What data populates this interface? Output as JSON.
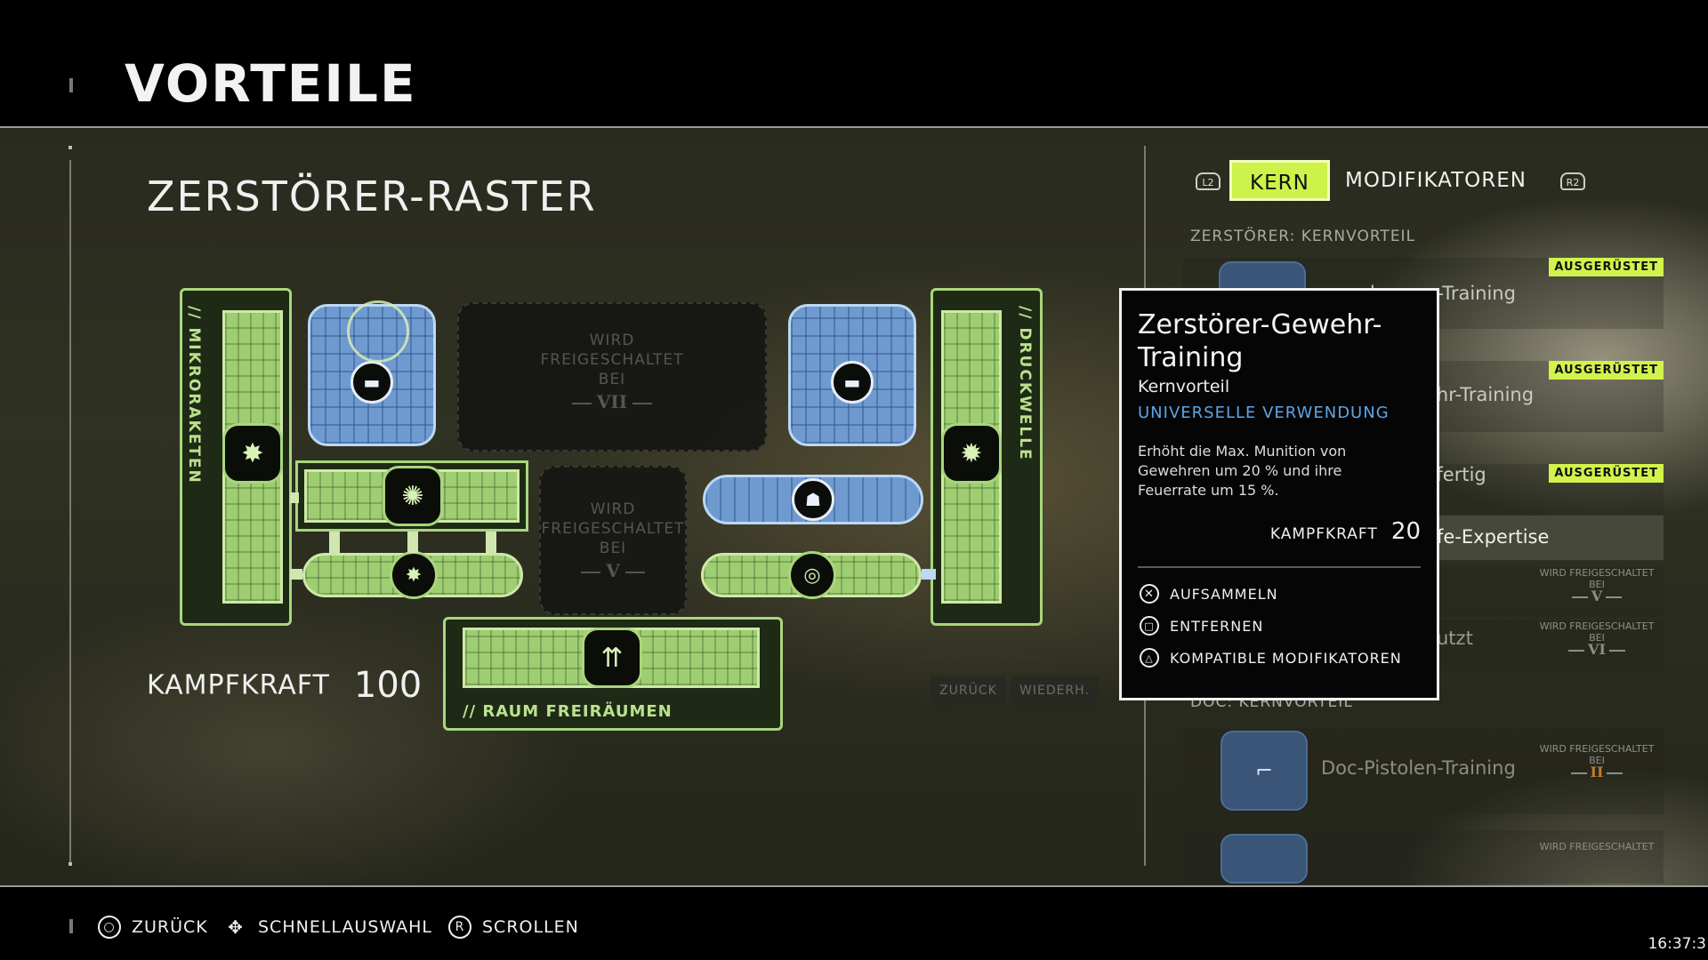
{
  "header": {
    "title": "VORTEILE"
  },
  "grid": {
    "title": "ZERSTÖRER-RASTER",
    "left_column_label": "// MIKRORAKETEN",
    "right_column_label": "// DRUCKWELLE",
    "bottom_label": "// RAUM FREIRÄUMEN",
    "locked_top": {
      "text_lines": [
        "WIRD",
        "FREIGESCHALTET",
        "BEI"
      ],
      "rank": "VII"
    },
    "locked_mid": {
      "text_lines": [
        "WIRD",
        "FREIGESCHALTET",
        "BEI"
      ],
      "rank": "V"
    },
    "power_label": "KAMPFKRAFT",
    "power_value": "100",
    "back_small": "ZURÜCK",
    "redo_small": "WIEDERH."
  },
  "tabs": {
    "left_bumper": "L2",
    "right_bumper": "R2",
    "active": "KERN",
    "other": "MODIFIKATOREN"
  },
  "perk_list": {
    "category_1": "ZERSTÖRER: KERNVORTEIL",
    "category_2": "DOC: KERNVORTEIL",
    "rows": [
      {
        "text": "hweres-Training",
        "badge": "AUSGERÜSTET"
      },
      {
        "text": "r-Gewehr-Training",
        "badge": "AUSGERÜSTET"
      },
      {
        "text": "Raster fertig",
        "badge": "AUSGERÜSTET"
      },
      {
        "text": "fe-Expertise"
      },
      {
        "text": "",
        "unlock": "WIRD FREIGESCHALTET",
        "unlock_bei": "BEI",
        "rank": "V"
      },
      {
        "text": "utzt",
        "unlock": "WIRD FREIGESCHALTET",
        "unlock_bei": "BEI",
        "rank": "VI"
      },
      {
        "text": "Doc-Pistolen-Training",
        "unlock": "WIRD FREIGESCHALTET",
        "unlock_bei": "BEI",
        "rank": "II"
      },
      {
        "text": "",
        "unlock": "WIRD FREIGESCHALTET"
      }
    ]
  },
  "tooltip": {
    "title": "Zerstörer-Gewehr-Training",
    "subtitle": "Kernvorteil",
    "tag": "UNIVERSELLE VERWENDUNG",
    "description": "Erhöht die Max. Munition von Gewehren um 20 % und ihre Feuerrate um 15 %.",
    "power_label": "KAMPFKRAFT",
    "power_value": "20",
    "actions": [
      {
        "icon": "cross-button-icon",
        "label": "AUFSAMMELN"
      },
      {
        "icon": "square-button-icon",
        "label": "ENTFERNEN"
      },
      {
        "icon": "triangle-button-icon",
        "label": "KOMPATIBLE MODIFIKATOREN"
      }
    ]
  },
  "footer": {
    "hints": [
      {
        "icon": "circle-button-icon",
        "label": "ZURÜCK"
      },
      {
        "icon": "dpad-icon",
        "label": "SCHNELLAUSWAHL"
      },
      {
        "icon": "right-stick-icon",
        "label": "SCROLLEN"
      }
    ],
    "clock": "16:37:3"
  },
  "colors": {
    "accent_yellow": "#cdf24a",
    "grid_green": "#9fce72",
    "grid_blue": "#6f9ad0",
    "tag_blue": "#5aa6e8"
  }
}
